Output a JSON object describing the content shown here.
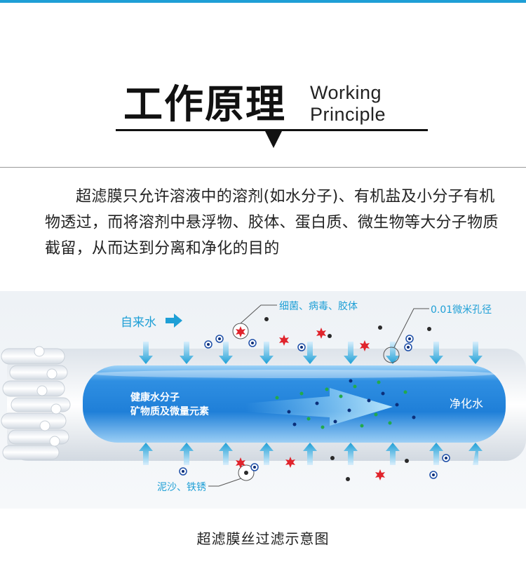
{
  "header": {
    "title_cn": "工作原理",
    "title_en_line1": "Working",
    "title_en_line2": "Principle"
  },
  "description": "超滤膜只允许溶液中的溶剂(如水分子)、有机盐及小分子有机物透过，而将溶剂中悬浮物、胶体、蛋白质、微生物等大分子物质截留，从而达到分离和净化的目的",
  "diagram": {
    "inlet_label": "自来水",
    "label_bacteria": "细菌、病毒、胶体",
    "label_pore": "0.01微米孔径",
    "label_water_molecule": "健康水分子",
    "label_minerals": "矿物质及微量元素",
    "label_output": "净化水",
    "label_sediment": "泥沙、铁锈",
    "colors": {
      "accent_blue": "#1e9fd6",
      "tube_blue": "#2a8fe0",
      "contaminant_red": "#e0242c",
      "particle_dark": "#2a2a2a",
      "molecule_green": "#22aa4a",
      "molecule_navy": "#0b2f7a"
    }
  },
  "caption": "超滤膜丝过滤示意图"
}
